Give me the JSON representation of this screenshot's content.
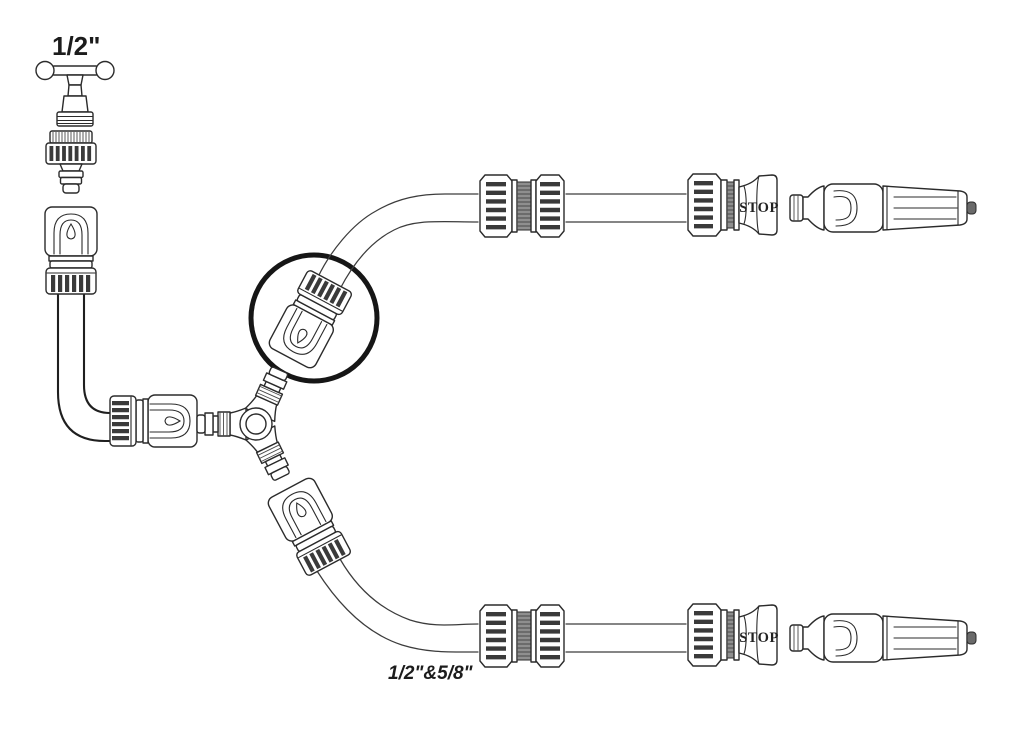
{
  "diagram": {
    "labels": {
      "tap_size": "1/2\"",
      "hose_size": "1/2\"&5/8\"",
      "stop_upper": "STOP",
      "stop_lower": "STOP"
    },
    "colors": {
      "background": "#ffffff",
      "line": "#2b2b2b",
      "highlight_circle": "#161616",
      "rib_slot": "#3a3a3a",
      "nozzle_tip": "#6a6a6a"
    },
    "parts": [
      "faucet-tap",
      "tap-connector",
      "hose-quick-connector",
      "three-way-distributor",
      "highlighted-quick-connector",
      "hose-mender",
      "stop-connector",
      "spray-nozzle"
    ]
  }
}
